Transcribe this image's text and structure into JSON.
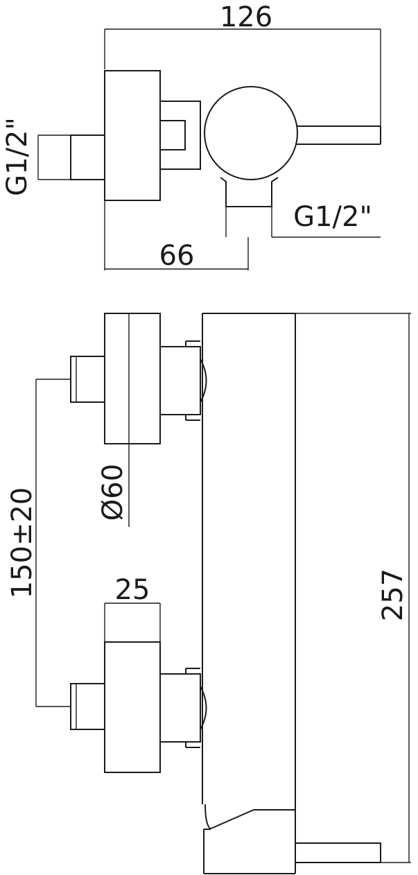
{
  "top_view": {
    "overall_width": "126",
    "pipe_to_outlet": "66",
    "inlet_thread": "G1/2\"",
    "outlet_thread": "G1/2\""
  },
  "front_view": {
    "inlet_spacing": "150±20",
    "cover_diameter": "Ø60",
    "eccentric_width": "25",
    "overall_height": "257"
  }
}
